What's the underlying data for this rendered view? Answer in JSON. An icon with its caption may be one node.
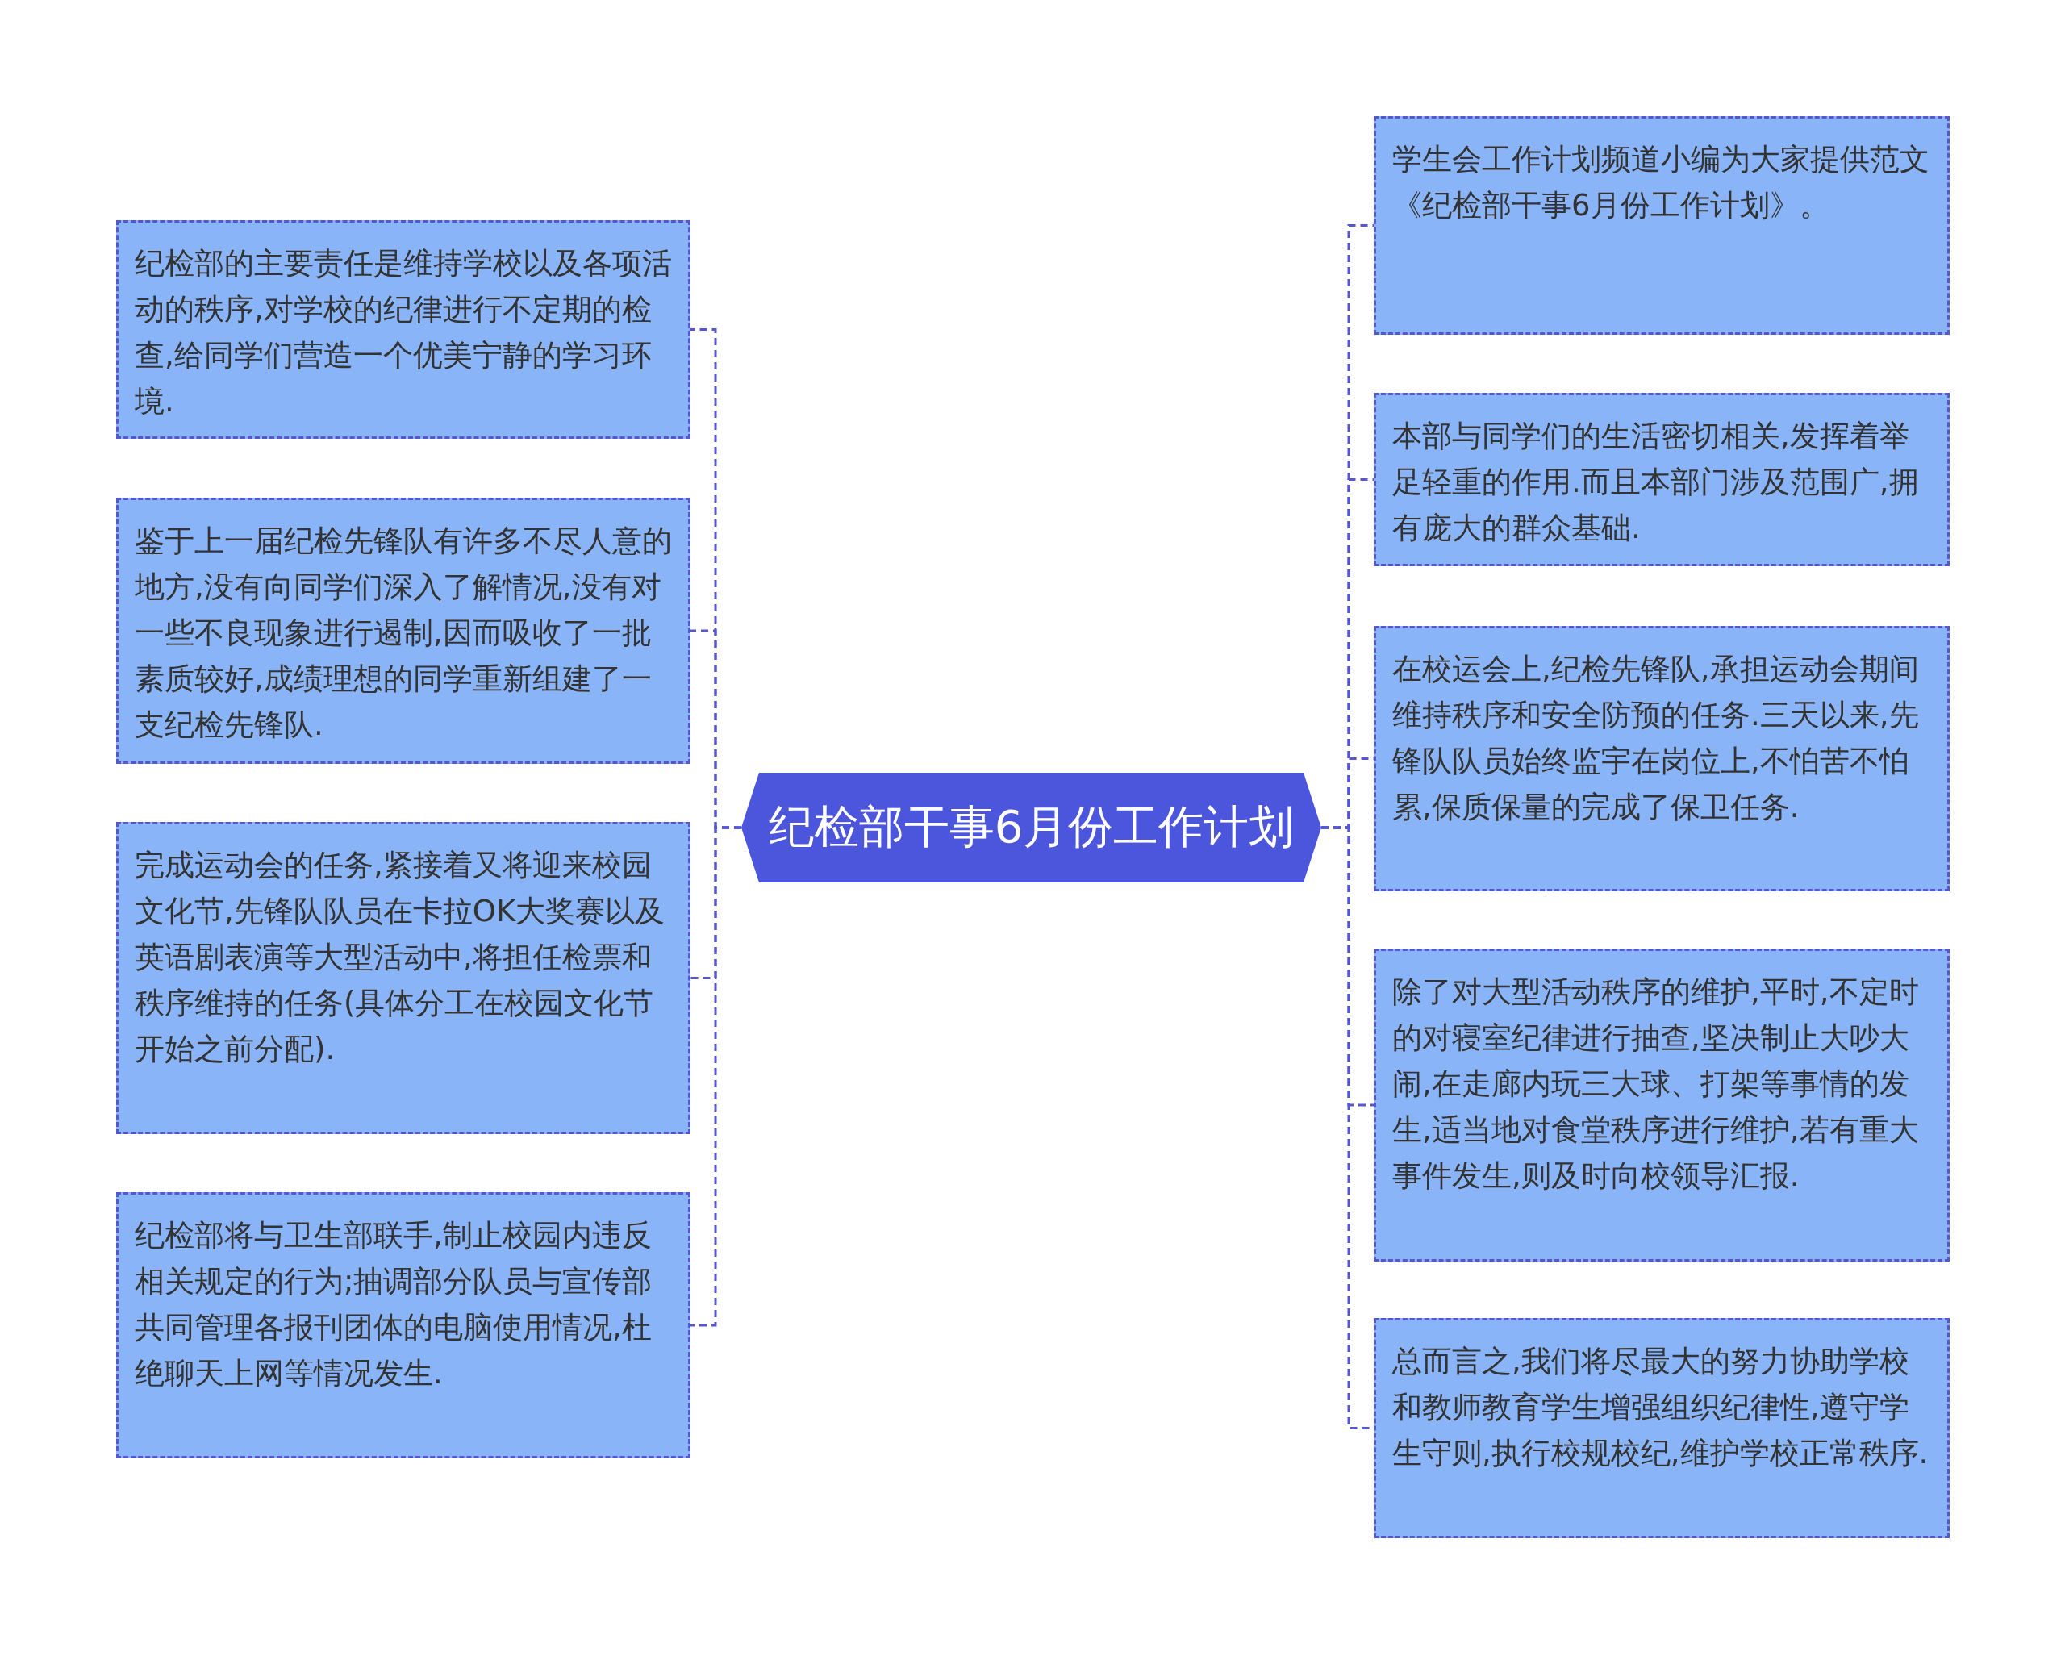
{
  "diagram": {
    "nodes": [
      {
        "text": [
          "纪检部干事6月份工作计划"
        ]
      },
      {
        "text": [
          "纪检部的主要责任是维持学校以及各项活动的秩序,对学校的纪律进行不定期的检查,给同学们营造一个优美宁静的学习环境."
        ]
      },
      {
        "text": [
          "鉴于上一届纪检先锋队有许多不尽人意的地方,没有向同学们深入了解情况,没有对一些不良现象进行遏制,因而吸收了一批素质较好,成绩理想的同学重新组建了一支纪检先锋队."
        ]
      },
      {
        "text": [
          "完成运动会的任务,紧接着又将迎来校园文化节,先锋队队员在卡拉OK大奖赛以及英语剧表演等大型活动中,将担任检票和秩序维持的任务(具体分工在校园文化节开始之前分配)."
        ]
      },
      {
        "text": [
          "纪检部将与卫生部联手,制止校园内违反相关规定的行为;抽调部分队员与宣传部共同管理各报刊团体的电脑使用情况,杜绝聊天上网等情况发生."
        ]
      },
      {
        "text": [
          "学生会工作计划频道小编为大家提供范文《纪检部干事6月份工作计划》。"
        ]
      },
      {
        "text": [
          "本部与同学们的生活密切相关,发挥着举足轻重的作用.而且本部门涉及范围广,拥有庞大的群众基础."
        ]
      },
      {
        "text": [
          "在校运会上,纪检先锋队,承担运动会期间维持秩序和安全防预的任务.三天以来,先锋队队员始终监宇在岗位上,不怕苦不怕累,保质保量的完成了保卫任务."
        ]
      },
      {
        "text": [
          "除了对大型活动秩序的维护,平时,不定时的对寝室纪律进行抽查,坚决制止大吵大闹,在走廊内玩三大球、打架等事情的发生,适当地对食堂秩序进行维护,若有重大事件发生,则及时向校领导汇报."
        ]
      },
      {
        "text": [
          "总而言之,我们将尽最大的努力协助学校和教师教育学生增强组织纪律性,遵守学生守则,执行校规校纪,维护学校正常秩序."
        ]
      }
    ],
    "edges": [
      {
        "from": 0,
        "to": 1,
        "arrow": "none"
      },
      {
        "from": 0,
        "to": 2,
        "arrow": "none"
      },
      {
        "from": 0,
        "to": 3,
        "arrow": "none"
      },
      {
        "from": 0,
        "to": 4,
        "arrow": "none"
      },
      {
        "from": 0,
        "to": 5,
        "arrow": "none"
      },
      {
        "from": 0,
        "to": 6,
        "arrow": "none"
      },
      {
        "from": 0,
        "to": 7,
        "arrow": "none"
      },
      {
        "from": 0,
        "to": 8,
        "arrow": "none"
      },
      {
        "from": 0,
        "to": 9,
        "arrow": "none"
      }
    ]
  }
}
